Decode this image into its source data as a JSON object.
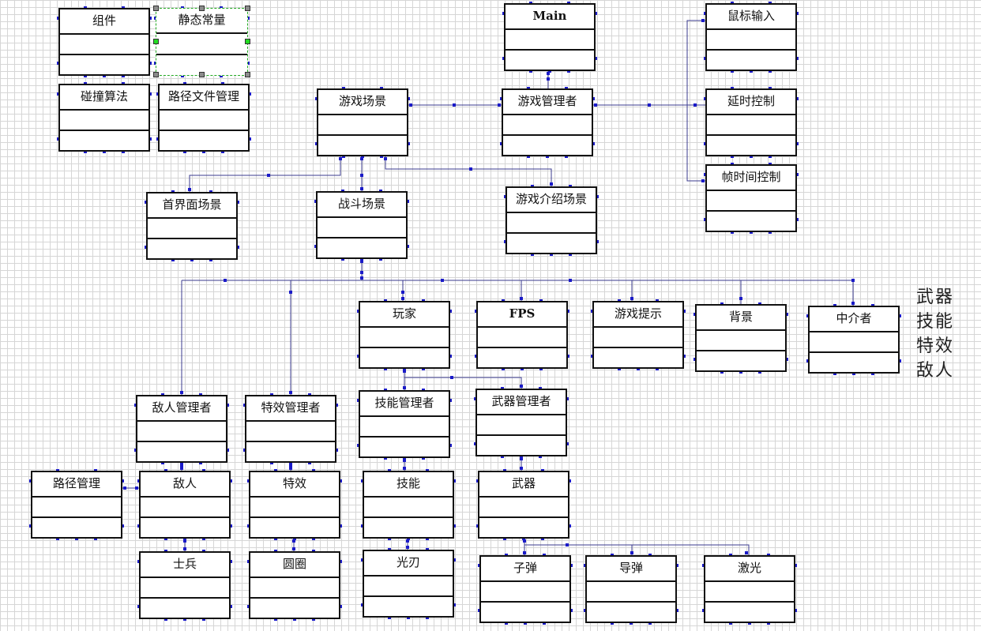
{
  "classes": {
    "zujian": "组件",
    "jingtai": "静态常量",
    "pengzhuang": "碰撞算法",
    "lujingwenjian": "路径文件管理",
    "main": "Main",
    "shubiao": "鼠标输入",
    "youxichangjing": "游戏场景",
    "youxiguanli": "游戏管理者",
    "yanshi": "延时控制",
    "zhenshijian": "帧时间控制",
    "shoujiemian": "首界面场景",
    "zhandou": "战斗场景",
    "jieshao": "游戏介绍场景",
    "wanjia": "玩家",
    "fps": "FPS",
    "tishi": "游戏提示",
    "beijing": "背景",
    "zhongjie": "中介者",
    "direnguanli": "敌人管理者",
    "texiaoguanli": "特效管理者",
    "jinengguanli": "技能管理者",
    "wuqiguanli": "武器管理者",
    "lujingguanli": "路径管理",
    "diren": "敌人",
    "texiao": "特效",
    "jineng": "技能",
    "wuqi": "武器",
    "shibing": "士兵",
    "yuanquan": "圆圈",
    "guangren": "光刃",
    "zidan": "子弹",
    "daodan": "导弹",
    "jiguang": "激光"
  },
  "notes": [
    "武器",
    "技能",
    "特效",
    "敌人"
  ],
  "colors": {
    "connector": "#3b3b8f",
    "endpoint_marker": "#1a1ac8",
    "box_border": "#111111",
    "selection_outline": "#22aa22",
    "grid": "#d6d6d6"
  }
}
